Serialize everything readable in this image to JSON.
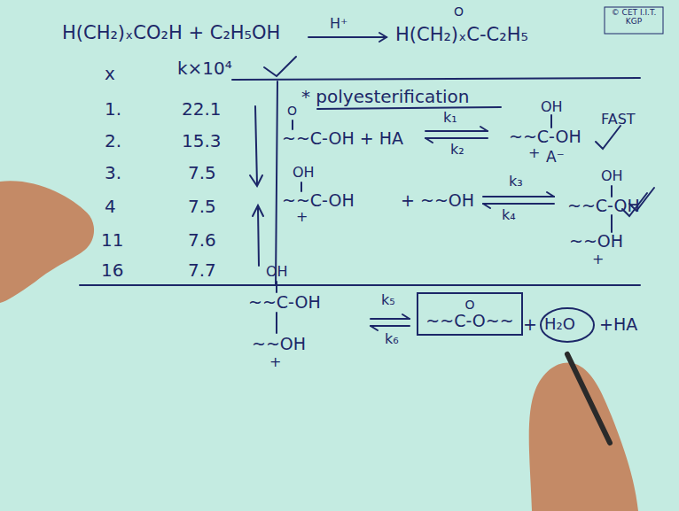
{
  "diagram": {
    "nodes": [
      {
        "text": [
          "O",
          "~~C-O~~"
        ]
      }
    ],
    "labels": [
      "H(CH₂)ₓCO₂H + C₂H₅OH",
      "H⁺",
      "O",
      "H(CH₂)ₓC-C₂H₅",
      "© CET I.I.T. KGP",
      "x",
      "k×10⁴",
      "1.",
      "22.1",
      "2.",
      "15.3",
      "3.",
      "7.5",
      "4",
      "7.5",
      "11",
      "7.6",
      "16",
      "7.7",
      "* polyesterification",
      "O",
      "~~C-OH + HA",
      "k₁",
      "k₂",
      "OH",
      "~~C-OH",
      "+",
      "A⁻",
      "FAST",
      "OH",
      "~~C-OH",
      "+",
      "+ ~~OH",
      "k₃",
      "k₄",
      "OH",
      "~~C-OH",
      "~~OH",
      "+",
      "OH",
      "~~C-OH",
      "~~OH",
      "+",
      "k₅",
      "k₆",
      "+",
      "H₂O",
      "+HA"
    ]
  }
}
